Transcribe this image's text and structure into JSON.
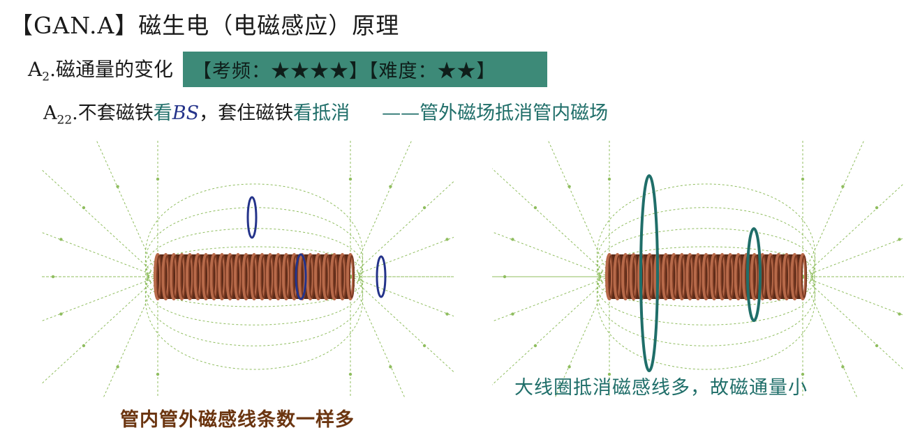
{
  "header": {
    "title": "【GAN.A】磁生电（电磁感应）原理",
    "sub_prefix": "A",
    "sub_index": "2",
    "sub_text": ".磁通量的变化",
    "badge": "【考频：★★★★】【难度：★★】"
  },
  "line3": {
    "prefix": "A",
    "index": "22",
    "part1": ".不套磁铁",
    "part2": "看",
    "part3": "BS",
    "part4": "，套住磁铁",
    "part5": "看抵消",
    "part6": "——管外磁场抵消管内磁场"
  },
  "captions": {
    "left": "管内管外磁感线条数一样多",
    "right": "大线圈抵消磁感线多，故磁通量小"
  },
  "colors": {
    "coil": "#7a3a22",
    "field_line": "#8fbd5e",
    "loop_left": "#24338a",
    "loop_right": "#1f6e69",
    "badge_bg": "#3d8a78"
  }
}
